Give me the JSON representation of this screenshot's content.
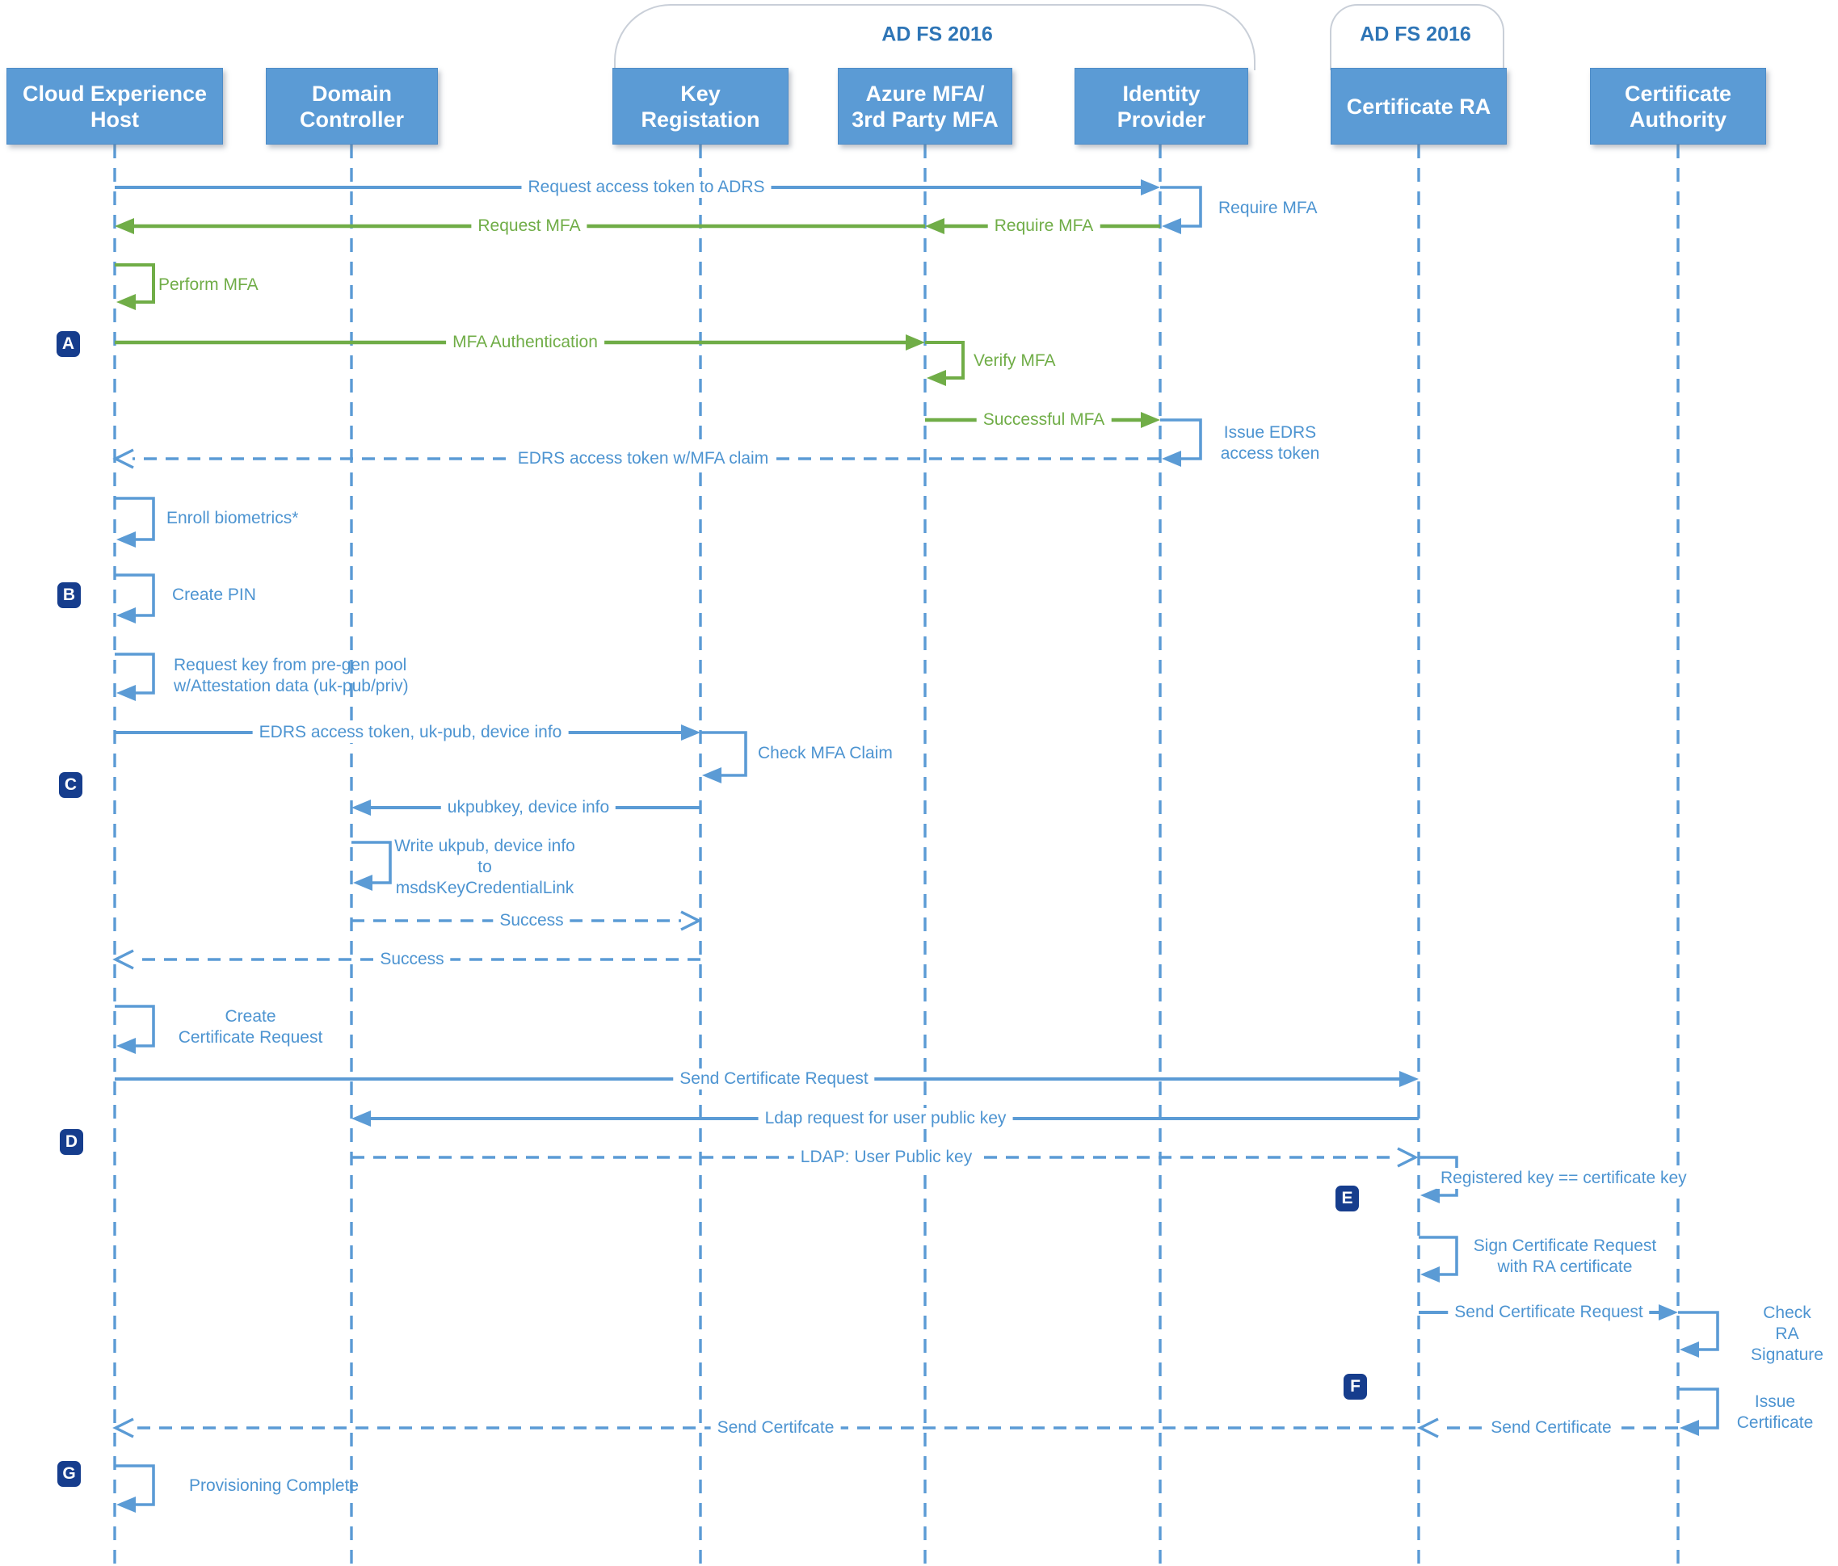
{
  "colors": {
    "actor_fill": "#5B9BD5",
    "actor_border": "#4E8CC7",
    "line_blue": "#5B9BD5",
    "line_green": "#70AD47",
    "label_blue": "#4D94D1",
    "label_green": "#70AD47",
    "adfs_label": "#2E75B6",
    "marker_background": "#163D8D",
    "group_border": "#C9CFD8"
  },
  "groups": {
    "adfs_main": "AD FS 2016",
    "adfs_ra": "AD FS 2016"
  },
  "actors": {
    "cloud_experience_host": "Cloud Experience\nHost",
    "domain_controller": "Domain\nController",
    "key_registration": "Key\nRegistation",
    "azure_mfa": "Azure MFA/\n3rd Party MFA",
    "identity_provider": "Identity\nProvider",
    "certificate_ra": "Certificate RA",
    "certificate_authority": "Certificate\nAuthority"
  },
  "markers": {
    "a": "A",
    "b": "B",
    "c": "C",
    "d": "D",
    "e": "E",
    "f": "F",
    "g": "G"
  },
  "messages": {
    "request_access_token": "Request access token to ADRS",
    "require_mfa_note": "Require MFA",
    "require_mfa": "Require MFA",
    "request_mfa": "Request MFA",
    "perform_mfa": "Perform MFA",
    "mfa_authentication": "MFA Authentication",
    "verify_mfa": "Verify MFA",
    "successful_mfa": "Successful MFA",
    "issue_edrs_token": "Issue EDRS\naccess token",
    "edrs_token_claim": "EDRS access token w/MFA claim",
    "enroll_biometrics": "Enroll biometrics*",
    "create_pin": "Create PIN",
    "request_key": "Request key from pre-gen pool\nw/Attestation data (uk-pub/priv)",
    "edrs_ukpub_device": "EDRS access token, uk-pub, device info",
    "check_mfa_claim": "Check MFA Claim",
    "ukpubkey_device_info": "ukpubkey, device info",
    "write_ukpub": "Write ukpub, device info\nto\nmsdsKeyCredentialLink",
    "success_dc": "Success",
    "success_kr": "Success",
    "create_cert_request": "Create\nCertificate Request",
    "send_cert_request": "Send Certificate Request",
    "ldap_request": "Ldap request for user public key",
    "ldap_user_public_key": "LDAP: User Public key",
    "registered_key": "Registered key == certificate key",
    "sign_cert_request": "Sign Certificate Request\nwith RA certificate",
    "send_cert_request_ca": "Send Certificate Request",
    "check_ra_signature": "Check\nRA Signature",
    "issue_certificate": "Issue\nCertificate",
    "send_certificate_ca": "Send Certificate",
    "send_certificate_ra": "Send Certifcate",
    "provisioning_complete": "Provisioning Complete"
  }
}
